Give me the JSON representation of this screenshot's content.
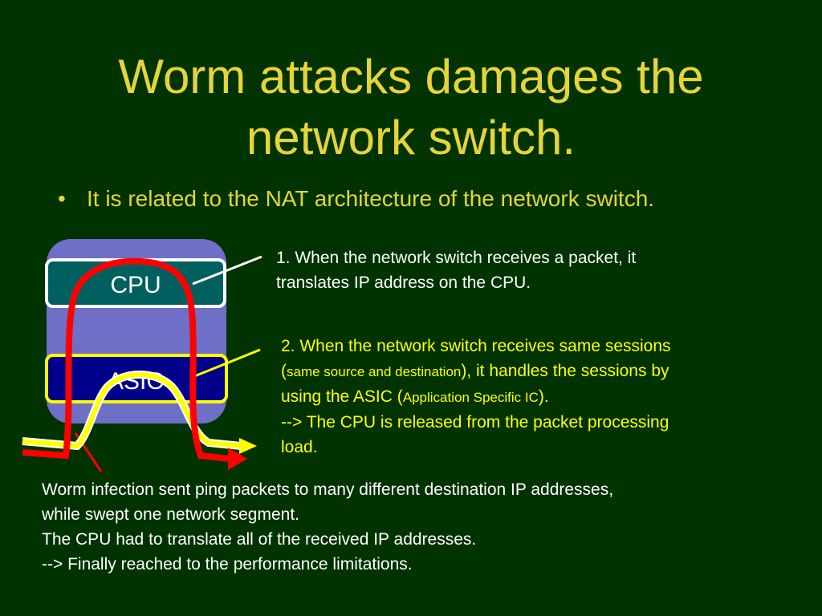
{
  "slide": {
    "title_line1": "Worm attacks damages the",
    "title_line2": "network switch.",
    "bullet": "It is related to the NAT architecture of the network switch.",
    "bullet_marker": "•"
  },
  "diagram": {
    "cpu_label": "CPU",
    "asic_label": "ASIC"
  },
  "note1": {
    "line1": "1. When the network switch receives a packet, it",
    "line2": "translates IP address on the CPU."
  },
  "note2": {
    "line1": "2. When the network switch receives same sessions",
    "line2_open": "(",
    "line2_small": "same source and destination",
    "line2_rest": "), it handles the sessions by",
    "line3_start": "using the ASIC (",
    "line3_small": "Application Specific IC",
    "line3_end": ").",
    "line4": "--> The CPU is released from the packet processing",
    "line5": "load."
  },
  "note3": {
    "line1": "Worm infection sent ping packets to many different destination IP addresses,",
    "line2": "while swept one network segment.",
    "line3": "The CPU had to translate all of the received IP addresses.",
    "line4": "--> Finally reached to the performance limitations."
  },
  "colors": {
    "background": "#003300",
    "title": "#e6d43a",
    "switch_body": "#6f6fc8",
    "cpu_box": "#006060",
    "asic_box": "#00008b",
    "red_path": "#ff0000",
    "yellow_path": "#ffff00"
  }
}
